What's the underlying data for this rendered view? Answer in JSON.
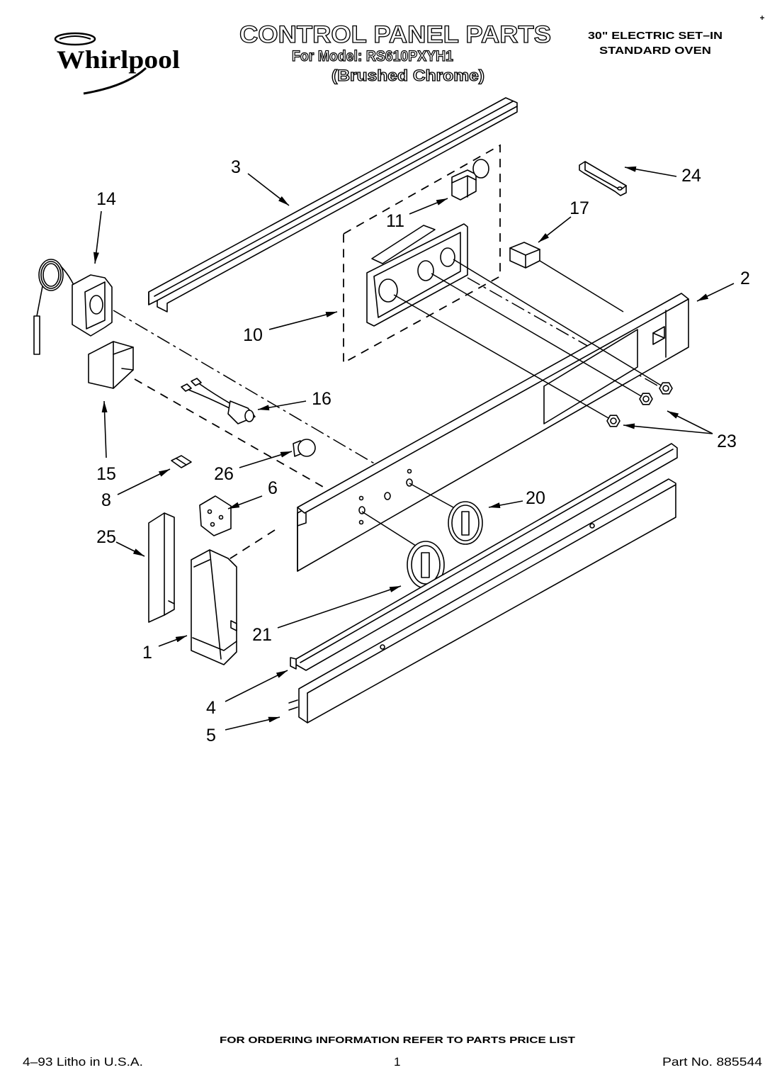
{
  "brand": "Whirlpool",
  "header": {
    "title": "CONTROL PANEL PARTS",
    "model_line": "For Model: RS610PXYH1",
    "finish": "(Brushed Chrome)",
    "product_line1": "30\" ELECTRIC SET–IN",
    "product_line2": "STANDARD OVEN"
  },
  "callouts": [
    "3",
    "14",
    "11",
    "24",
    "17",
    "2",
    "10",
    "16",
    "23",
    "15",
    "26",
    "8",
    "6",
    "20",
    "25",
    "21",
    "1",
    "4",
    "5"
  ],
  "footer": {
    "ordering_note": "FOR ORDERING INFORMATION REFER TO PARTS PRICE LIST",
    "litho": "4–93 Litho in U.S.A.",
    "page_number": "1",
    "part_number": "Part No. 885544"
  }
}
